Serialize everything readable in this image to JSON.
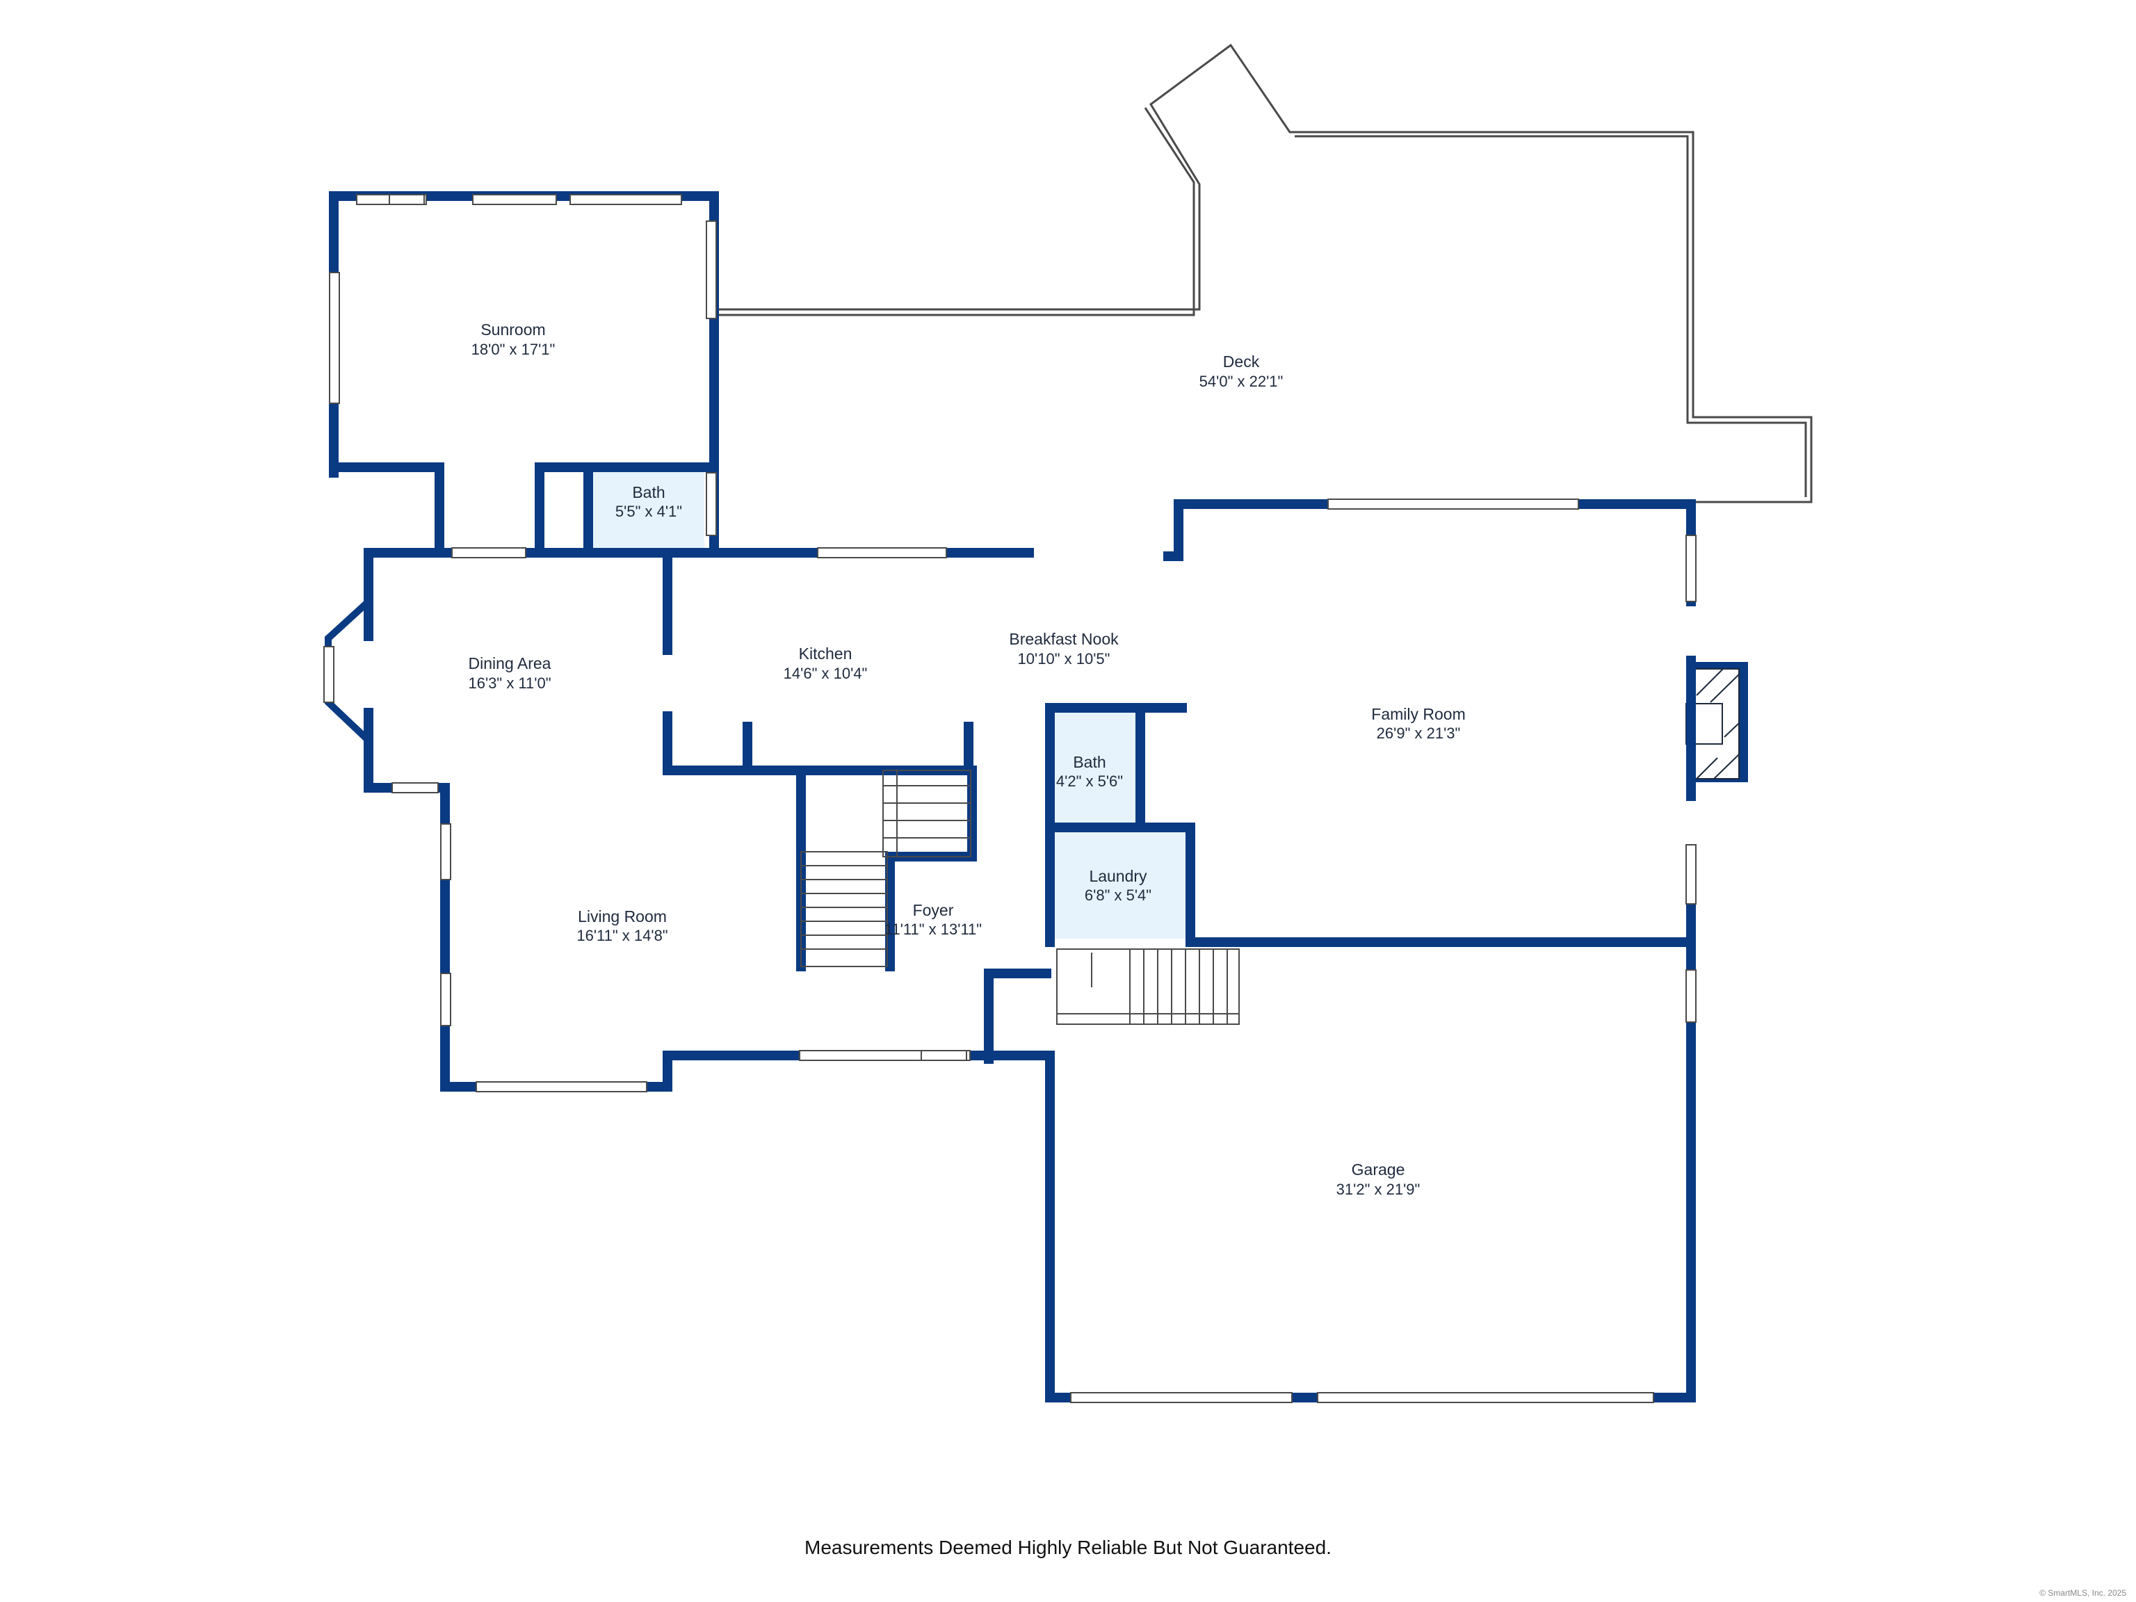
{
  "colors": {
    "wall": "#0a3a82",
    "bath_fill": "#e6f3fc",
    "outline": "#4a4a4a",
    "text": "#1f2a3d"
  },
  "rooms": [
    {
      "id": "sunroom",
      "name": "Sunroom",
      "dims": "18'0\" x 17'1\""
    },
    {
      "id": "deck",
      "name": "Deck",
      "dims": "54'0\" x 22'1\""
    },
    {
      "id": "bath_upper",
      "name": "Bath",
      "dims": "5'5\" x 4'1\""
    },
    {
      "id": "dining",
      "name": "Dining Area",
      "dims": "16'3\" x 11'0\""
    },
    {
      "id": "kitchen",
      "name": "Kitchen",
      "dims": "14'6\" x 10'4\""
    },
    {
      "id": "breakfast",
      "name": "Breakfast Nook",
      "dims": "10'10\" x 10'5\""
    },
    {
      "id": "family",
      "name": "Family Room",
      "dims": "26'9\" x 21'3\""
    },
    {
      "id": "bath_lower",
      "name": "Bath",
      "dims": "4'2\" x 5'6\""
    },
    {
      "id": "laundry",
      "name": "Laundry",
      "dims": "6'8\" x 5'4\""
    },
    {
      "id": "living",
      "name": "Living Room",
      "dims": "16'11\" x 14'8\""
    },
    {
      "id": "foyer",
      "name": "Foyer",
      "dims": "11'11\" x 13'11\""
    },
    {
      "id": "garage",
      "name": "Garage",
      "dims": "31'2\" x 21'9\""
    }
  ],
  "footer": {
    "disclaimer": "Measurements Deemed Highly Reliable But Not Guaranteed.",
    "copyright": "© SmartMLS, Inc. 2025"
  }
}
